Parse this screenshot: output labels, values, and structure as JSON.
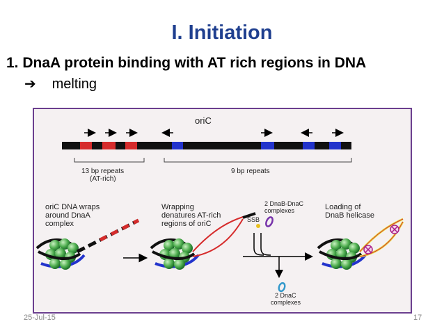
{
  "slide": {
    "title": "I. Initiation",
    "bullet": "1. DnaA protein binding with AT rich regions in DNA",
    "arrow_symbol": "➔",
    "arrow_text": "melting",
    "date": "25-Jul-15",
    "page_number": "17"
  },
  "diagram": {
    "oric_label": "oriC",
    "repeats13_line1": "13 bp repeats",
    "repeats13_line2": "(AT-rich)",
    "repeats9": "9 bp repeats",
    "step1_line1": "oriC DNA wraps",
    "step1_line2": "around DnaA",
    "step1_line3": "complex",
    "step2_line1": "Wrapping",
    "step2_line2": "denatures AT-rich",
    "step2_line3": "regions of oriC",
    "ssb": "SSB",
    "dnab_line1": "2 DnaB-DnaC",
    "dnab_line2": "complexes",
    "step3_line1": "Loading of",
    "step3_line2": "DnaB helicase",
    "dnac_line1": "2 DnaC",
    "dnac_line2": "complexes"
  },
  "colors": {
    "title": "#1f3f8f",
    "at_rich": "#d62c2c",
    "nine_bp": "#2233cc",
    "dnaa": "#4fae4f",
    "helicase": "#e8e24a",
    "frame": "#6b3f8f"
  }
}
